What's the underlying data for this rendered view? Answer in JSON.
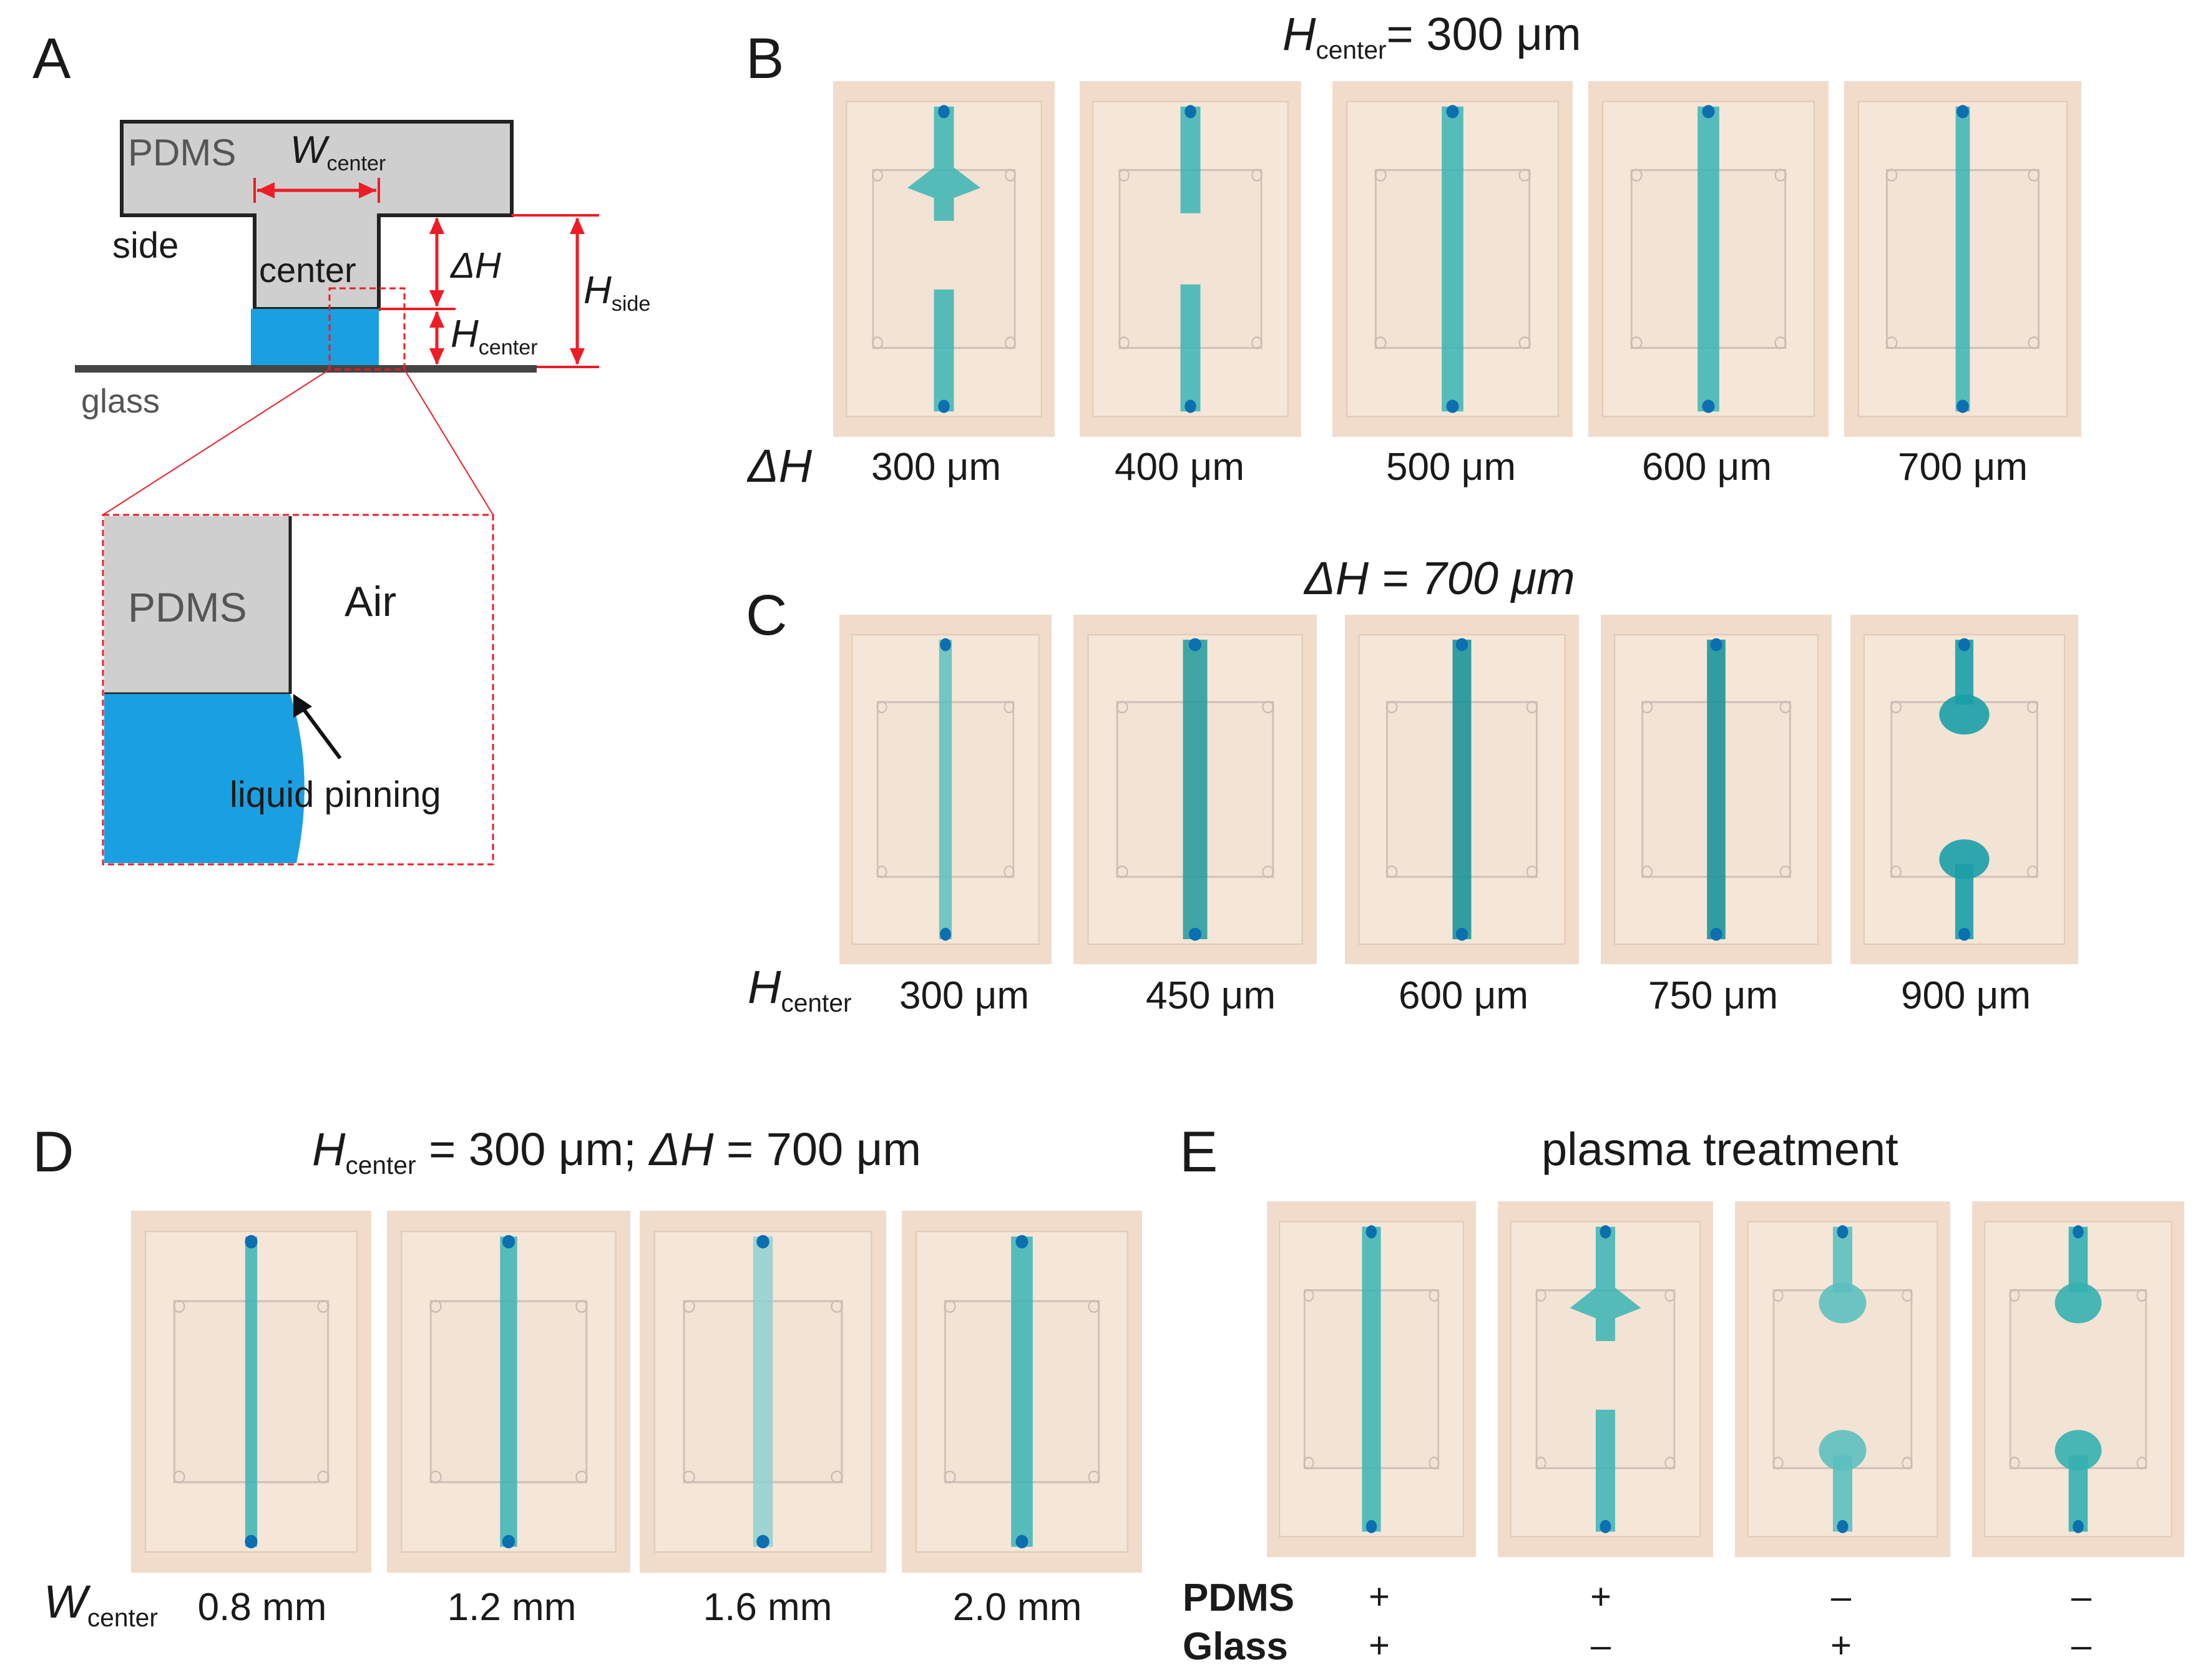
{
  "panels": {
    "A": {
      "label": "A",
      "pdms_top": "PDMS",
      "w_center_symbol": "W",
      "w_center_sub": "center",
      "side": "side",
      "center": "center",
      "delta_h": "ΔH",
      "h_side_symbol": "H",
      "h_side_sub": "side",
      "h_center_symbol": "H",
      "h_center_sub": "center",
      "glass": "glass",
      "zoom_pdms": "PDMS",
      "zoom_air": "Air",
      "zoom_pinning": "liquid pinning"
    },
    "B": {
      "label": "B",
      "title_symbol": "H",
      "title_sub": "center",
      "title_rest": "= 300 μm",
      "row_symbol": "ΔH",
      "values": [
        "300 μm",
        "400 μm",
        "500 μm",
        "600 μm",
        "700 μm"
      ]
    },
    "C": {
      "label": "C",
      "title": "ΔH = 700 μm",
      "row_symbol": "H",
      "row_sub": "center",
      "values": [
        "300 μm",
        "450 μm",
        "600 μm",
        "750 μm",
        "900 μm"
      ]
    },
    "D": {
      "label": "D",
      "title_h": "H",
      "title_h_sub": "center",
      "title_rest": " = 300 μm; ",
      "title_dh": "ΔH",
      "title_dh_rest": " = 700 μm",
      "row_symbol": "W",
      "row_sub": "center",
      "values": [
        "0.8 mm",
        "1.2 mm",
        "1.6 mm",
        "2.0 mm"
      ]
    },
    "E": {
      "label": "E",
      "title": "plasma treatment",
      "row1_label": "PDMS",
      "row2_label": "Glass",
      "pdms_signs": [
        "+",
        "+",
        "–",
        "–"
      ],
      "glass_signs": [
        "+",
        "–",
        "+",
        "–"
      ]
    }
  },
  "colors": {
    "liquid": "#1aa0e0",
    "pdms": "#cfcfcf",
    "red": "#ee1c25",
    "dye": "#38b4b4",
    "photo_bg": "#f1dccb"
  }
}
